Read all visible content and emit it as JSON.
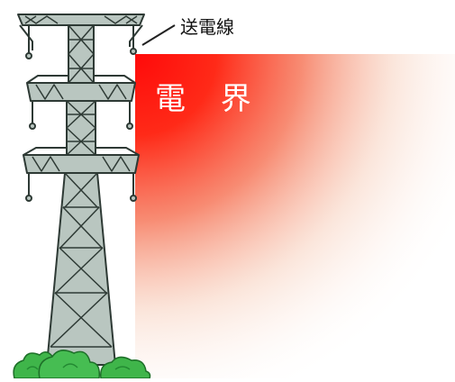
{
  "labels": {
    "power_line": "送電線",
    "electric_field": "電 界"
  },
  "colors": {
    "field_core": "#ff1010",
    "tower_stroke": "#2e3a35",
    "tower_fill": "#b9c6c0",
    "bush_fill": "#3fb54a",
    "bush_dark": "#238a32"
  },
  "icons": {
    "tower": "transmission-tower-icon",
    "bush": "bush-icon",
    "field": "electric-field-gradient"
  }
}
